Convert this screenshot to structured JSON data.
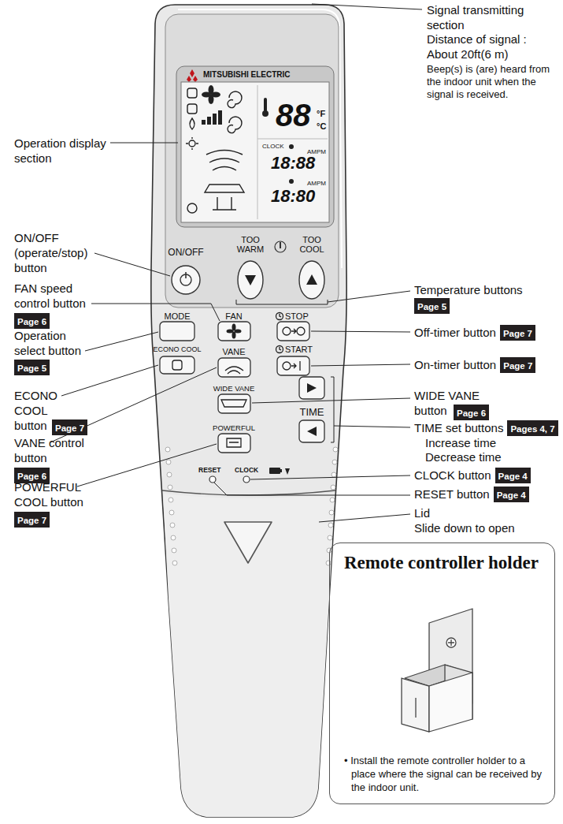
{
  "diagram": {
    "nodes": [
      {
        "text": [
          "Page 5"
        ]
      },
      {
        "text": [
          "Page 6"
        ]
      },
      {
        "text": [
          "Page 7"
        ]
      },
      {
        "text": [
          "Page 5"
        ]
      },
      {
        "text": [
          "Page 7"
        ]
      },
      {
        "text": [
          "Page 6"
        ]
      },
      {
        "text": [
          "Pages 4, 7"
        ]
      },
      {
        "text": [
          "Page 7"
        ]
      },
      {
        "text": [
          "Page 6"
        ]
      },
      {
        "text": [
          "Page 4"
        ]
      },
      {
        "text": [
          "Page 4"
        ]
      },
      {
        "text": [
          "Page 7"
        ]
      },
      {
        "text": [
          "Remote controller holder",
          "• Install the remote controller holder to a place where the signal can be received by the indoor unit."
        ]
      }
    ],
    "labels": [
      "Signal transmitting section",
      "Distance of signal : About 20ft(6 m)",
      "Beep(s) is (are) heard from the indoor unit when the signal is received.",
      "MITSUBISHI ELECTRIC",
      "88",
      "°F",
      "°C",
      "CLOCK",
      "AMPM",
      "18:88",
      "AMPM",
      "18:80",
      "Operation display section",
      "ON/OFF",
      "TOO WARM",
      "TOO COOL",
      "ON/OFF (operate/stop) button",
      "Temperature buttons",
      "FAN speed control button",
      "MODE",
      "FAN",
      "STOP",
      "Off-timer button",
      "Operation select button",
      "ECONO COOL",
      "VANE",
      "START",
      "On-timer button",
      "WIDE VANE",
      "WIDE VANE button",
      "TIME",
      "TIME set buttons",
      "Increase time",
      "Decrease time",
      "ECONO COOL button",
      "POWERFUL",
      "VANE control button",
      "RESET",
      "CLOCK",
      "CLOCK button",
      "RESET button",
      "POWERFUL COOL button",
      "Lid",
      "Slide down to open"
    ]
  }
}
